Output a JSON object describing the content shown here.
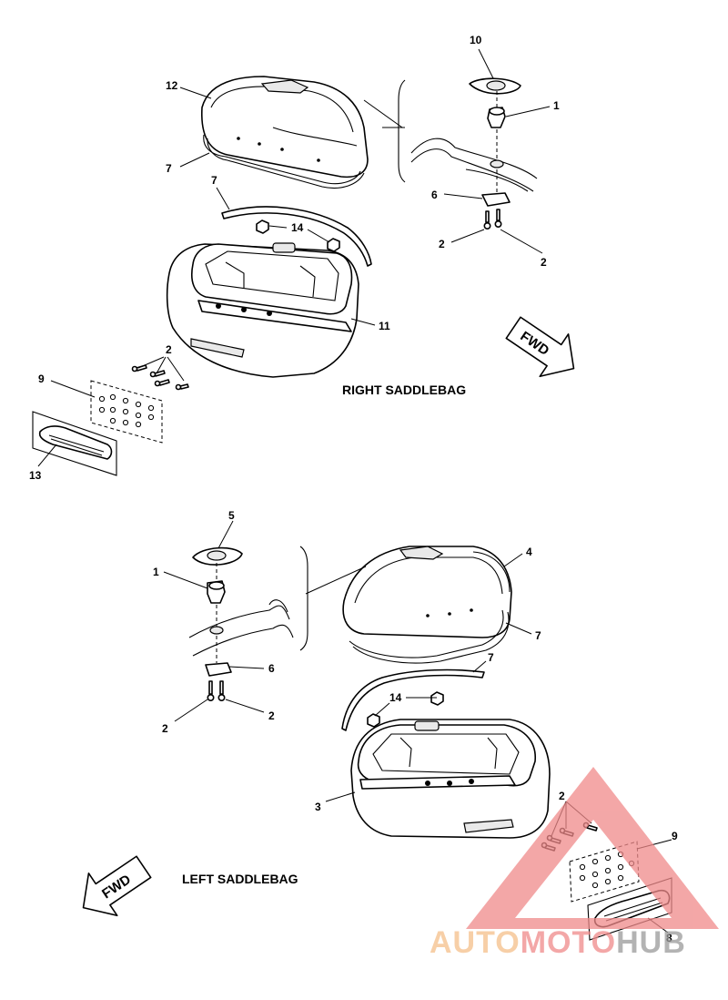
{
  "right_section": {
    "title": "RIGHT SADDLEBAG",
    "callouts": {
      "c10": "10",
      "c12": "12",
      "c1": "1",
      "c7a": "7",
      "c7b": "7",
      "c6": "6",
      "c14": "14",
      "c2a": "2",
      "c2b": "2",
      "c11": "11",
      "c2c": "2",
      "c9": "9",
      "c13": "13"
    },
    "fwd_label": "FWD"
  },
  "left_section": {
    "title": "LEFT SADDLEBAG",
    "callouts": {
      "c5": "5",
      "c4": "4",
      "c1": "1",
      "c7a": "7",
      "c7b": "7",
      "c6": "6",
      "c14": "14",
      "c2a": "2",
      "c2b": "2",
      "c3": "3",
      "c2c": "2",
      "c9": "9",
      "c8": "8"
    },
    "fwd_label": "FWD"
  },
  "watermark": {
    "part1": "AUTO",
    "part2": "MOTO",
    "part3": "HUB",
    "color_light": "#f5c08a",
    "color_mid": "#f08a8a",
    "color_dark": "#9a9a9a"
  }
}
